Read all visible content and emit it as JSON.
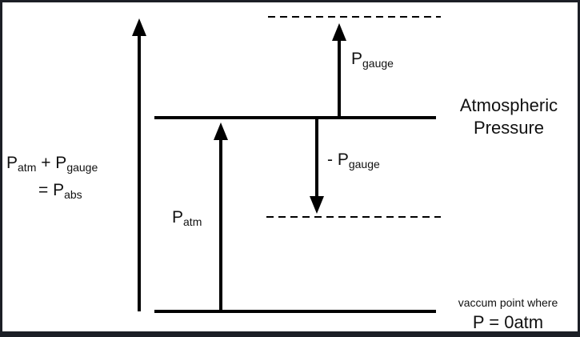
{
  "diagram": {
    "abs_label": {
      "line1": {
        "p1": "P",
        "s1": "atm",
        "plus": " + P",
        "s2": "gauge"
      },
      "line2": {
        "eq": "= P",
        "s": "abs"
      }
    },
    "atm_arrow_label": {
      "p": "P",
      "s": "atm"
    },
    "gauge_up_label": {
      "p": "P",
      "s": "gauge"
    },
    "gauge_down_label": {
      "p": "- P",
      "s": "gauge"
    },
    "atmospheric_label": {
      "line1": "Atmospheric",
      "line2": "Pressure"
    },
    "vacuum_label": {
      "line1": "vaccum point where",
      "line2": "P = 0atm"
    }
  }
}
